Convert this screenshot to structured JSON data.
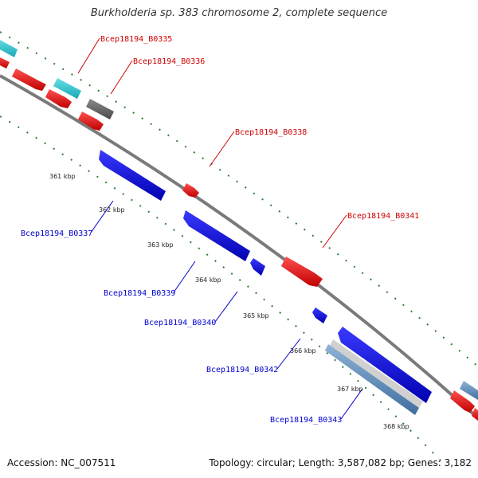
{
  "title": "Burkholderia sp. 383 chromosome 2, complete sequence",
  "footer": {
    "accession": "Accession: NC_007511",
    "summary": "Topology: circular; Length: 3,587,082 bp; Genes: 3,182"
  },
  "colors": {
    "forward_label": "#cc0000",
    "reverse_label": "#0000cc",
    "backbone": "#888888",
    "gc_dots": "#2e7d32"
  },
  "ticks": [
    "361 kbp",
    "362 kbp",
    "363 kbp",
    "364 kbp",
    "365 kbp",
    "366 kbp",
    "367 kbp",
    "368 kbp"
  ],
  "forward_labels": [
    "Bcep18194_B0335",
    "Bcep18194_B0336",
    "Bcep18194_B0338",
    "Bcep18194_B0341"
  ],
  "reverse_labels": [
    "Bcep18194_B0337",
    "Bcep18194_B0339",
    "Bcep18194_B0340",
    "Bcep18194_B0342",
    "Bcep18194_B0343"
  ]
}
